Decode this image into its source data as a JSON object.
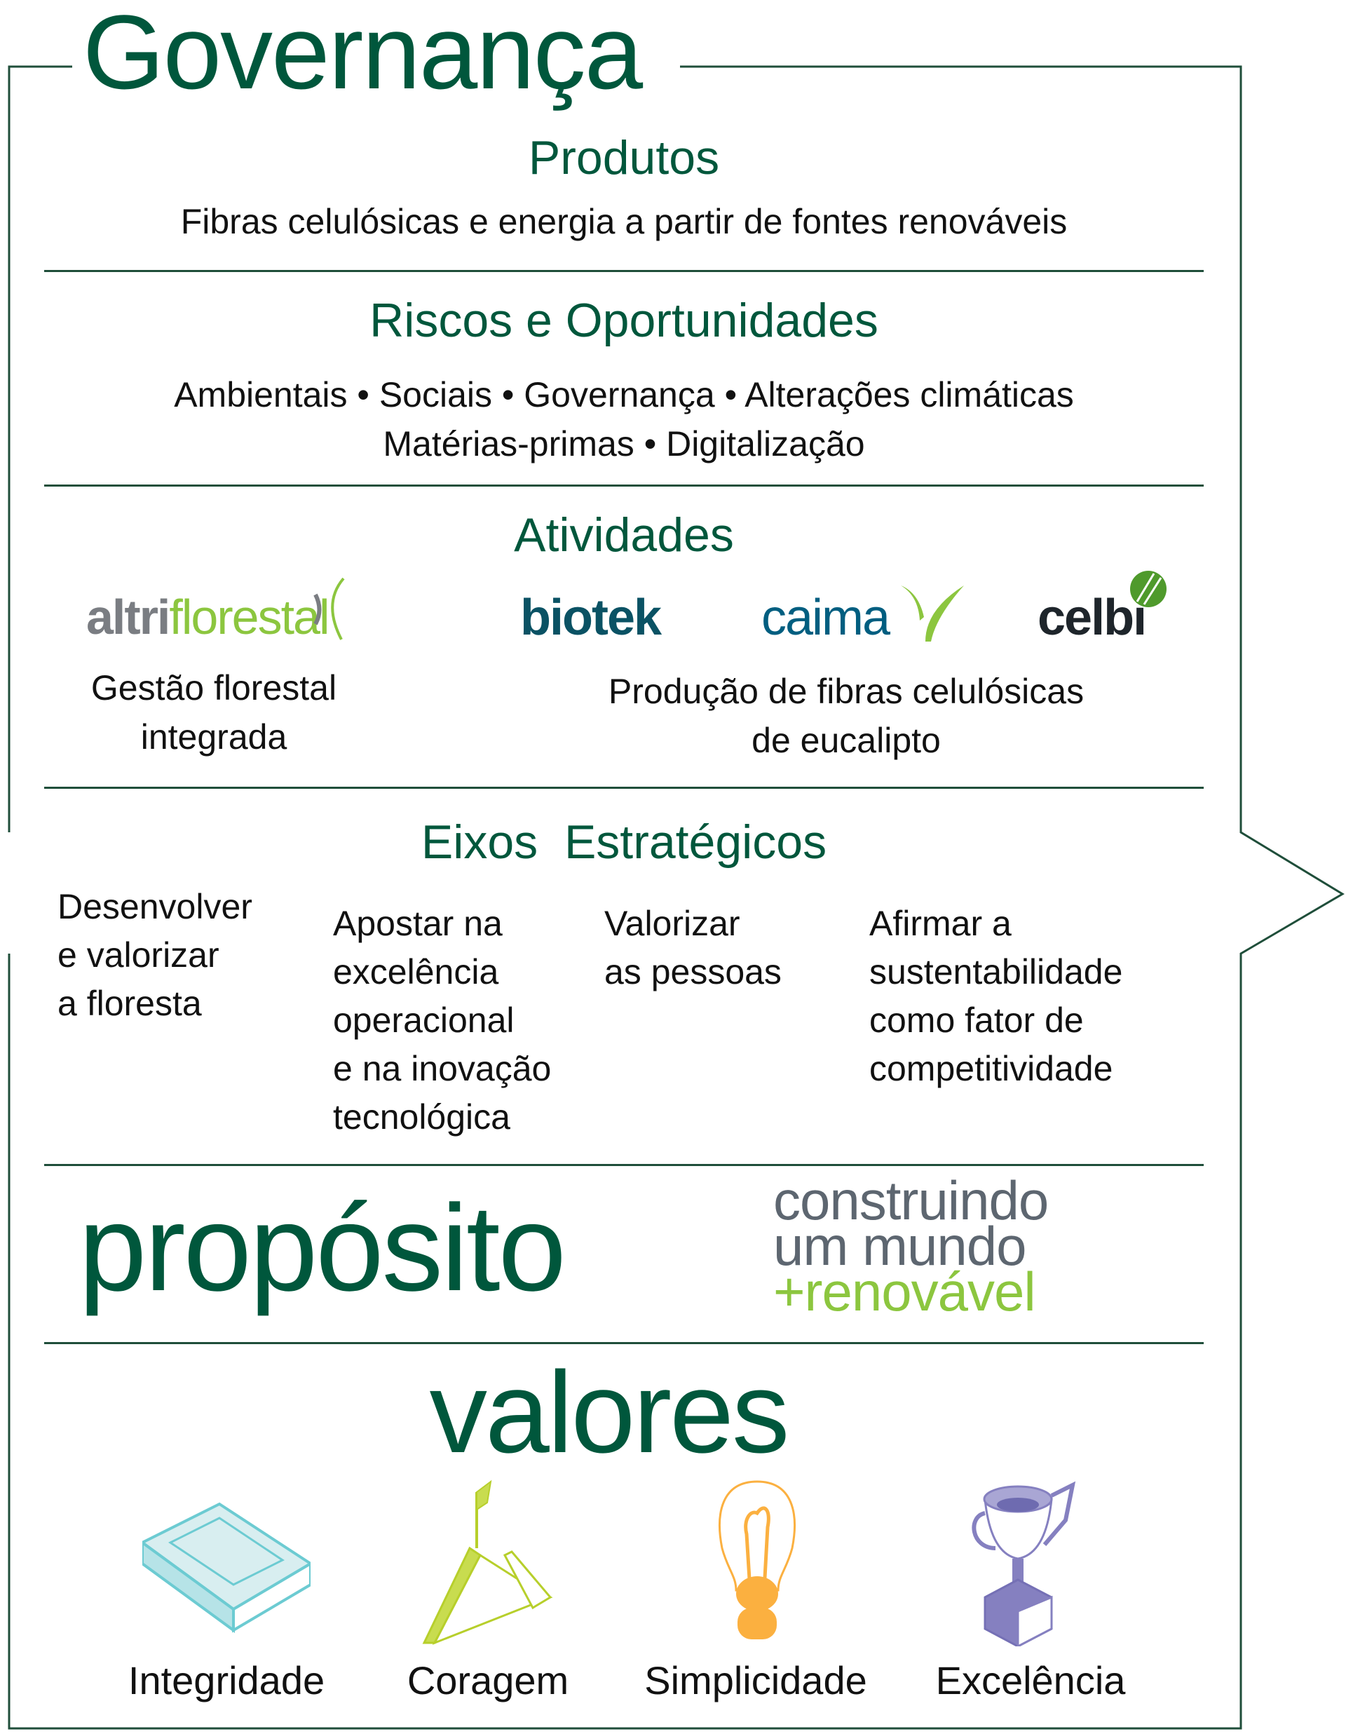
{
  "header": {
    "title": "Governança"
  },
  "produtos": {
    "title": "Produtos",
    "text": "Fibras celulósicas e energia a partir de fontes renováveis"
  },
  "riscos": {
    "title": "Riscos e Oportunidades",
    "line1": "Ambientais • Sociais • Governança • Alterações climáticas",
    "line2": "Matérias-primas • Digitalização"
  },
  "atividades": {
    "title": "Atividades",
    "logos": {
      "altri_a": "altri",
      "altri_b": "florestal",
      "biotek": "biotek",
      "caima": "caima",
      "celbi": "celbi"
    },
    "left_line1": "Gestão florestal",
    "left_line2": "integrada",
    "right_line1": "Produção de fibras celulósicas",
    "right_line2": "de eucalipto"
  },
  "eixos": {
    "title": "Eixos  Estratégicos",
    "items": [
      {
        "lines": [
          "Desenvolver",
          "e valorizar",
          "a floresta"
        ]
      },
      {
        "lines": [
          "Apostar na",
          "excelência",
          "operacional",
          "e na inovação",
          "tecnológica"
        ]
      },
      {
        "lines": [
          "Valorizar",
          "as pessoas"
        ]
      },
      {
        "lines": [
          "Afirmar a",
          "sustentabilidade",
          "como fator de",
          "competitividade"
        ]
      }
    ]
  },
  "proposito": {
    "title": "propósito",
    "line1": "construindo",
    "line2": "um mundo",
    "line3": "+renovável"
  },
  "valores": {
    "title": "valores",
    "items": [
      {
        "label": "Integridade",
        "icon": "book-icon"
      },
      {
        "label": "Coragem",
        "icon": "mountain-flag-icon"
      },
      {
        "label": "Simplicidade",
        "icon": "lightbulb-icon"
      },
      {
        "label": "Excelência",
        "icon": "trophy-icon"
      }
    ]
  },
  "colors": {
    "primary": "#00573c",
    "lime": "#8cc63f",
    "gray": "#5d6670",
    "teal": "#6ccbd2",
    "orange": "#fbb040",
    "purple": "#8580c0"
  }
}
